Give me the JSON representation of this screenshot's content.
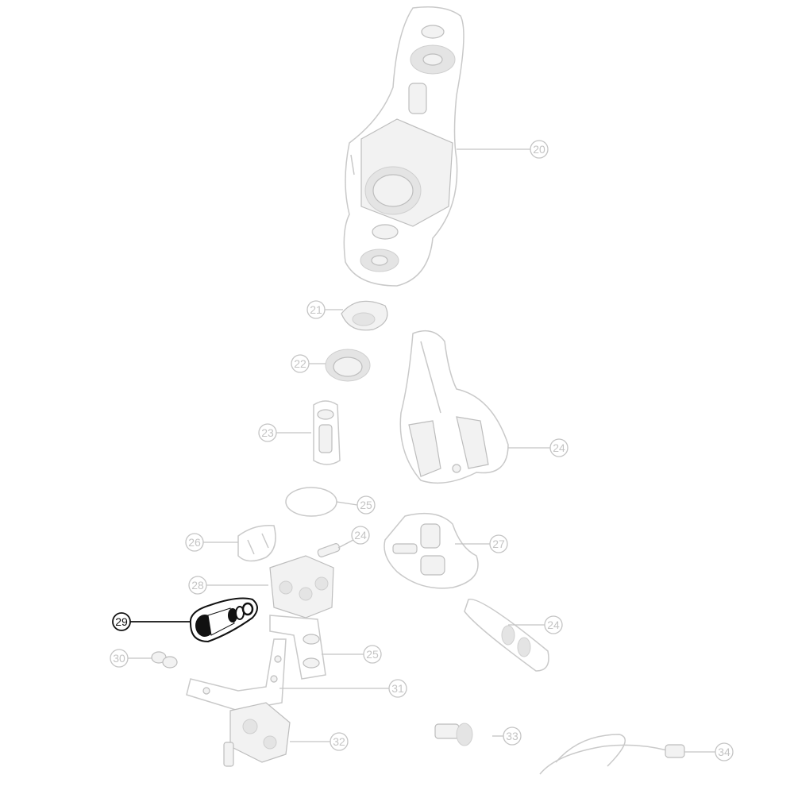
{
  "diagram": {
    "type": "exploded-parts-view",
    "highlight_color": "#111111",
    "faded_color": "#c4c4c4",
    "selected_part": "29",
    "callouts": {
      "c20": "20",
      "c21": "21",
      "c22": "22",
      "c23": "23",
      "c24a": "24",
      "c25a": "25",
      "c26": "26",
      "c24b": "24",
      "c27": "27",
      "c28": "28",
      "c29": "29",
      "c24c": "24",
      "c30": "30",
      "c25b": "25",
      "c31": "31",
      "c32": "32",
      "c33": "33",
      "c34": "34"
    }
  }
}
